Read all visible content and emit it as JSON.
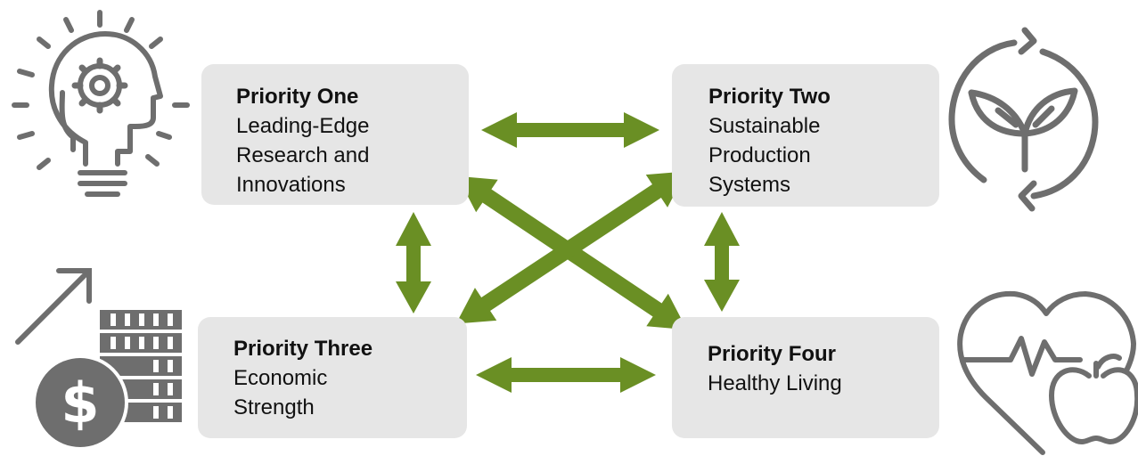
{
  "colors": {
    "arrow": "#6a8f24",
    "box_fill": "#e6e6e6",
    "icon_gray": "#6e6e6e",
    "text": "#111111"
  },
  "priorities": {
    "one": {
      "title": "Priority One",
      "lines": [
        "Leading-Edge",
        "Research and",
        "Innovations"
      ],
      "icon": "lightbulb-gear-head-icon"
    },
    "two": {
      "title": "Priority Two",
      "lines": [
        "Sustainable",
        "Production",
        "Systems"
      ],
      "icon": "recycle-leaves-icon"
    },
    "three": {
      "title": "Priority Three",
      "lines": [
        "Economic",
        "Strength"
      ],
      "icon": "coins-dollar-growth-icon"
    },
    "four": {
      "title": "Priority Four",
      "lines": [
        "Healthy Living"
      ],
      "icon": "heart-pulse-apple-icon"
    }
  },
  "connections": [
    {
      "from": "Priority One",
      "to": "Priority Two"
    },
    {
      "from": "Priority One",
      "to": "Priority Three"
    },
    {
      "from": "Priority One",
      "to": "Priority Four"
    },
    {
      "from": "Priority Two",
      "to": "Priority Three"
    },
    {
      "from": "Priority Two",
      "to": "Priority Four"
    },
    {
      "from": "Priority Three",
      "to": "Priority Four"
    }
  ]
}
